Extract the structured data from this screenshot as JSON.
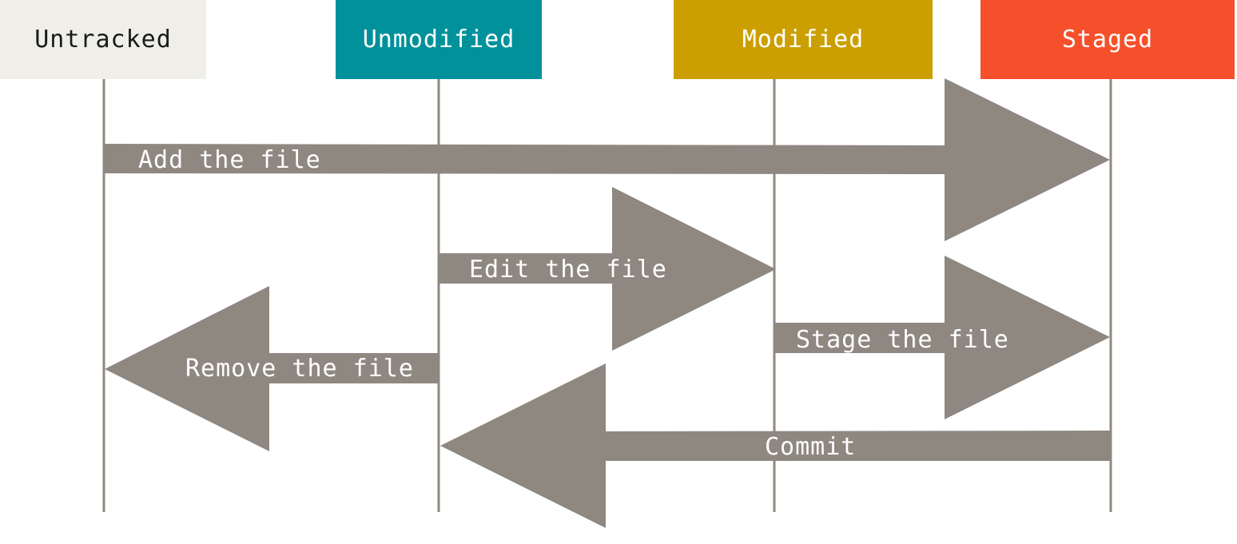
{
  "states": [
    {
      "id": "untracked",
      "label": "Untracked",
      "bg": "#efeee9",
      "fg": "#1a1a1a"
    },
    {
      "id": "unmodified",
      "label": "Unmodified",
      "bg": "#00919b",
      "fg": "#ffffff"
    },
    {
      "id": "modified",
      "label": "Modified",
      "bg": "#cc9f00",
      "fg": "#ffffff"
    },
    {
      "id": "staged",
      "label": "Staged",
      "bg": "#f5502b",
      "fg": "#ffffff"
    }
  ],
  "transitions": [
    {
      "id": "add",
      "label": "Add the file",
      "from": "untracked",
      "to": "staged"
    },
    {
      "id": "edit",
      "label": "Edit the file",
      "from": "unmodified",
      "to": "modified"
    },
    {
      "id": "stage",
      "label": "Stage the file",
      "from": "modified",
      "to": "staged"
    },
    {
      "id": "remove",
      "label": "Remove the file",
      "from": "unmodified",
      "to": "untracked"
    },
    {
      "id": "commit",
      "label": "Commit",
      "from": "staged",
      "to": "unmodified"
    }
  ],
  "colors": {
    "arrow": "#8e8881",
    "lane_line": "#8f8980"
  }
}
